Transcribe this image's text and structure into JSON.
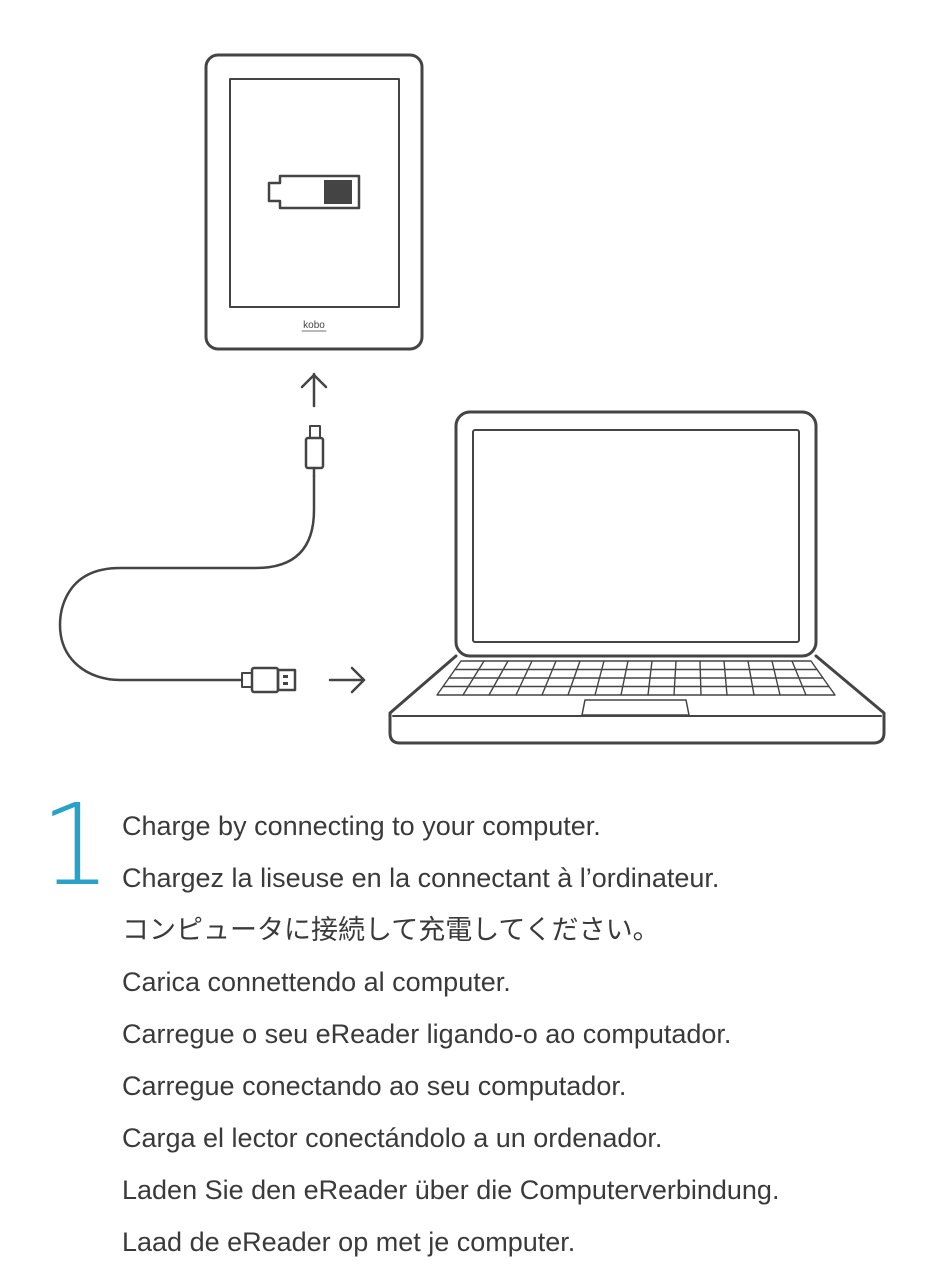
{
  "device": {
    "logo_text": "kobo"
  },
  "step": {
    "number": "1"
  },
  "instructions": [
    "Charge by connecting to your computer.",
    "Chargez la liseuse en la connectant à l’ordinateur.",
    "コンピュータに接続して充電してください。",
    "Carica connettendo al computer.",
    "Carregue o seu eReader ligando-o ao computador.",
    "Carregue conectando ao seu computador.",
    "Carga el lector conectándolo a un ordenador.",
    "Laden Sie den eReader über die Computerverbindung.",
    "Laad de eReader op met je computer."
  ]
}
